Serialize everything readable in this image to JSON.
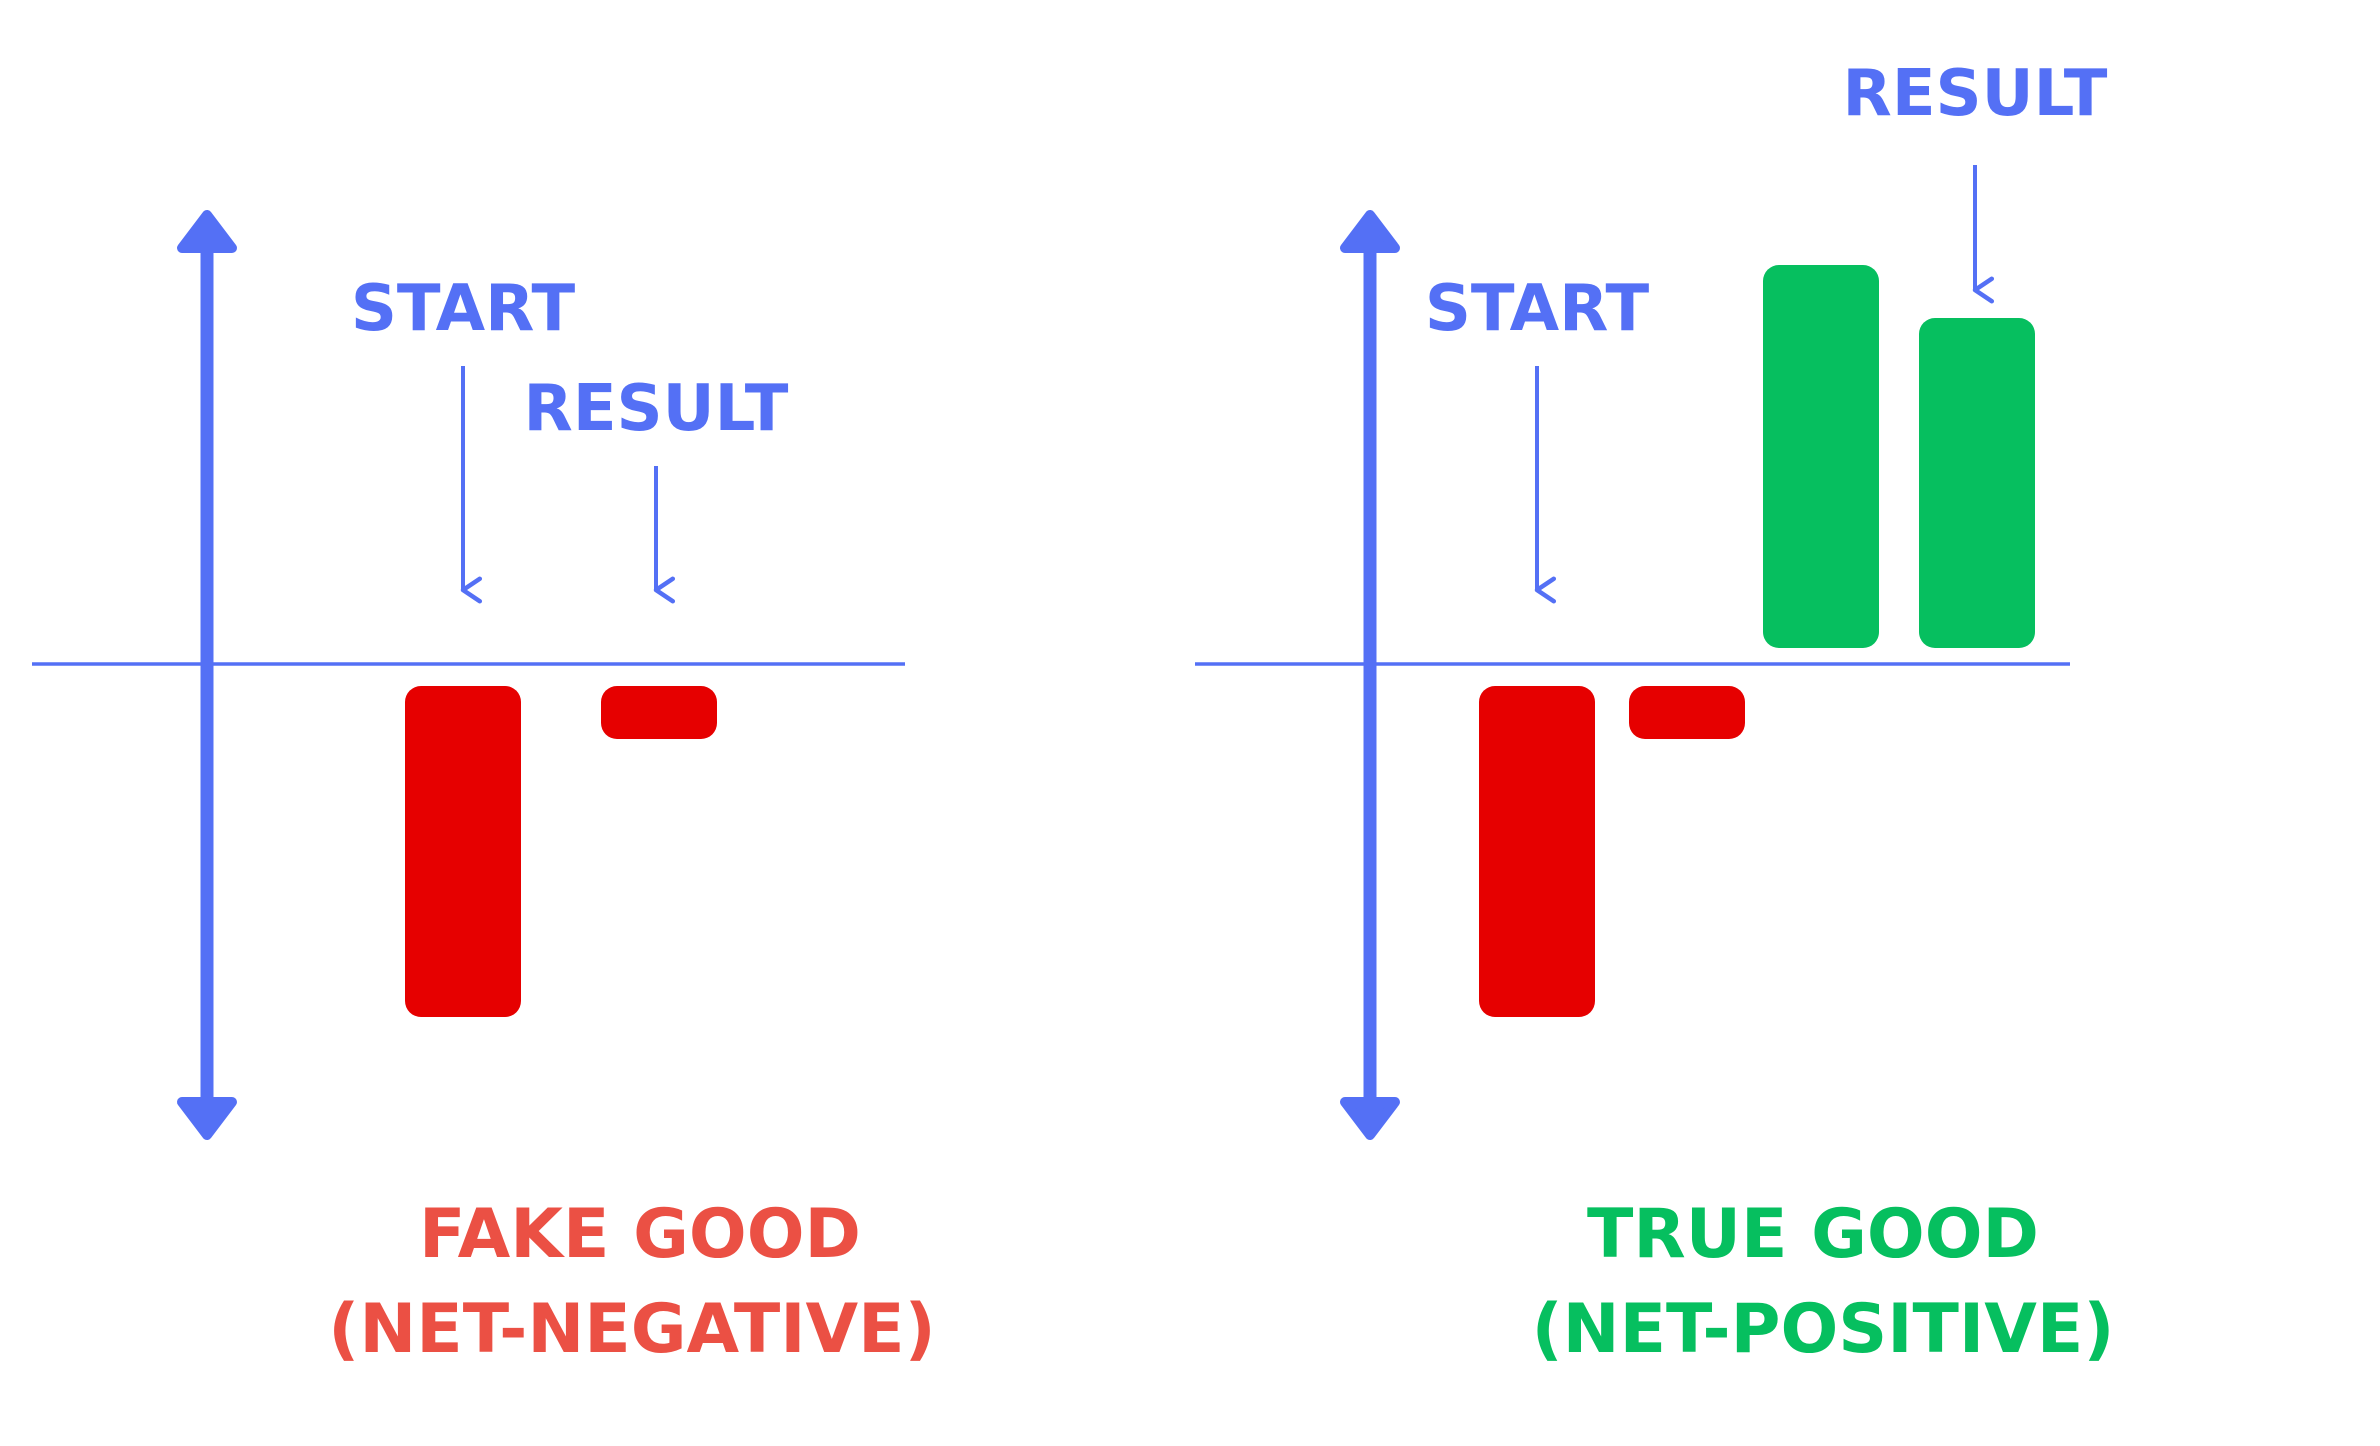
{
  "colors": {
    "axis": "#5470f5",
    "negative": "#e60000",
    "positive": "#06bf5f",
    "fake_caption": "#eb5044",
    "true_caption": "#06bf5f",
    "background": "#ffffff"
  },
  "panels": [
    {
      "id": "fake",
      "start_label": "START",
      "result_label": "RESULT",
      "caption_line1": "FAKE GOOD",
      "caption_line2": "(NET-NEGATIVE)"
    },
    {
      "id": "true",
      "start_label": "START",
      "result_label": "RESULT",
      "caption_line1": "TRUE GOOD",
      "caption_line2": "(NET-POSITIVE)"
    }
  ]
}
